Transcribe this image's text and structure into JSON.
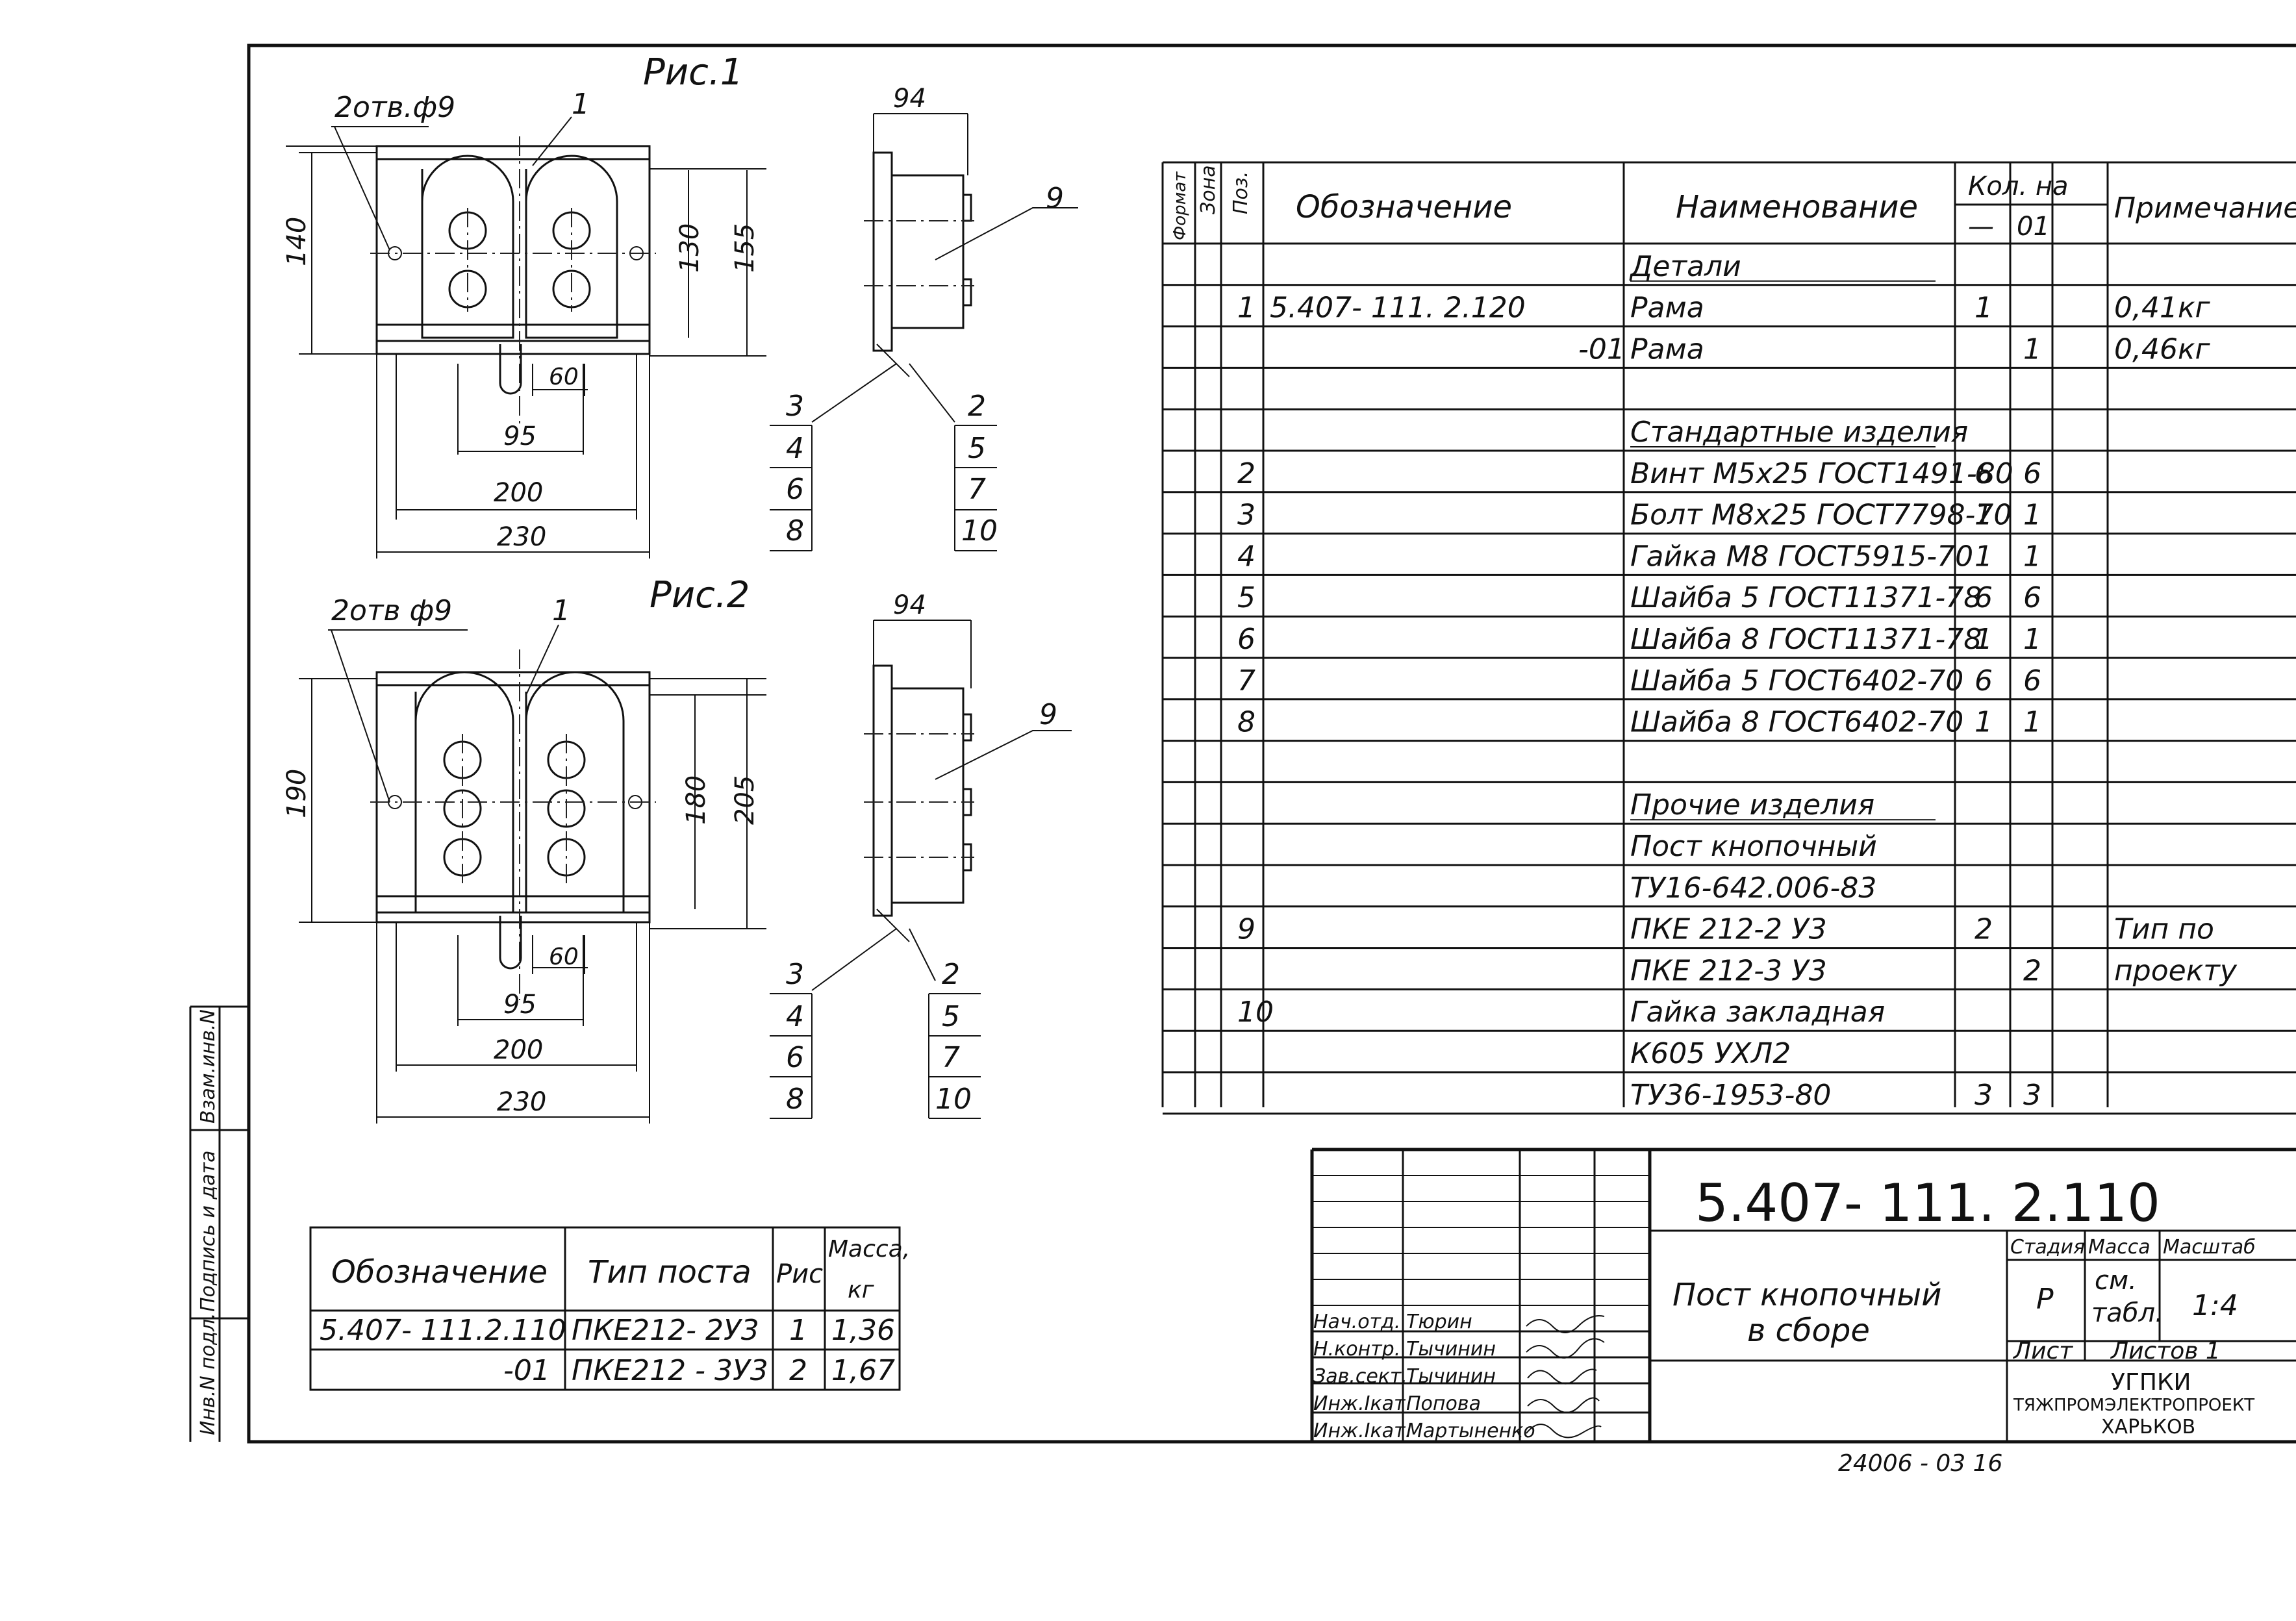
{
  "fig1": {
    "caption": "Рис.1",
    "holes": "2отв.ф9",
    "dims": {
      "w_total": "230",
      "w_mid": "200",
      "w_holes": "95",
      "w_tab": "60",
      "h_left": "140",
      "h_in": "130",
      "h_out": "155",
      "side_w": "94"
    },
    "positions": {
      "p1": "1",
      "p9": "9",
      "p2": "2",
      "left_labels": [
        "3",
        "4",
        "6",
        "8"
      ],
      "right_labels": [
        "5",
        "7",
        "10"
      ]
    }
  },
  "fig2": {
    "caption": "Рис.2",
    "holes": "2отв ф9",
    "dims": {
      "w_total": "230",
      "w_mid": "200",
      "w_holes": "95",
      "w_tab": "60",
      "h_left": "190",
      "h_in": "180",
      "h_out": "205",
      "side_w": "94"
    },
    "positions": {
      "p1": "1",
      "p9": "9",
      "p2": "2",
      "left_labels": [
        "3",
        "4",
        "6",
        "8"
      ],
      "right_labels": [
        "5",
        "7",
        "10"
      ]
    }
  },
  "spec": {
    "headers": {
      "format": "Формат",
      "zone": "Зона",
      "pos": "Поз.",
      "designation": "Обозначение",
      "name": "Наименование",
      "qty": "Кол. на",
      "qty_a": "—",
      "qty_b": "01",
      "note": "Примечание"
    },
    "rows": [
      {
        "pos": "",
        "des": "",
        "name": "Детали",
        "q1": "",
        "q2": "",
        "note": ""
      },
      {
        "pos": "1",
        "des": "5.407- 111. 2.120",
        "name": "Рама",
        "q1": "1",
        "q2": "",
        "note": "0,41кг"
      },
      {
        "pos": "",
        "des": "-01",
        "name": "Рама",
        "q1": "",
        "q2": "1",
        "note": "0,46кг"
      },
      {
        "pos": "",
        "des": "",
        "name": "",
        "q1": "",
        "q2": "",
        "note": ""
      },
      {
        "pos": "",
        "des": "",
        "name": "Стандартные изделия",
        "q1": "",
        "q2": "",
        "note": ""
      },
      {
        "pos": "2",
        "des": "",
        "name": "Винт М5х25 ГОСТ1491-80",
        "q1": "6",
        "q2": "6",
        "note": ""
      },
      {
        "pos": "3",
        "des": "",
        "name": "Болт М8х25 ГОСТ7798-70",
        "q1": "1",
        "q2": "1",
        "note": ""
      },
      {
        "pos": "4",
        "des": "",
        "name": "Гайка М8 ГОСТ5915-70",
        "q1": "1",
        "q2": "1",
        "note": ""
      },
      {
        "pos": "5",
        "des": "",
        "name": "Шайба 5 ГОСТ11371-78",
        "q1": "6",
        "q2": "6",
        "note": ""
      },
      {
        "pos": "6",
        "des": "",
        "name": "Шайба 8 ГОСТ11371-78",
        "q1": "1",
        "q2": "1",
        "note": ""
      },
      {
        "pos": "7",
        "des": "",
        "name": "Шайба 5 ГОСТ6402-70",
        "q1": "6",
        "q2": "6",
        "note": ""
      },
      {
        "pos": "8",
        "des": "",
        "name": "Шайба 8 ГОСТ6402-70",
        "q1": "1",
        "q2": "1",
        "note": ""
      },
      {
        "pos": "",
        "des": "",
        "name": "",
        "q1": "",
        "q2": "",
        "note": ""
      },
      {
        "pos": "",
        "des": "",
        "name": "Прочие изделия",
        "q1": "",
        "q2": "",
        "note": ""
      },
      {
        "pos": "",
        "des": "",
        "name": "Пост кнопочный",
        "q1": "",
        "q2": "",
        "note": ""
      },
      {
        "pos": "",
        "des": "",
        "name": "ТУ16-642.006-83",
        "q1": "",
        "q2": "",
        "note": ""
      },
      {
        "pos": "9",
        "des": "",
        "name": "ПКЕ 212-2 У3",
        "q1": "2",
        "q2": "",
        "note": "Тип по"
      },
      {
        "pos": "",
        "des": "",
        "name": "ПКЕ 212-3 У3",
        "q1": "",
        "q2": "2",
        "note": "проекту"
      },
      {
        "pos": "10",
        "des": "",
        "name": "Гайка закладная",
        "q1": "",
        "q2": "",
        "note": ""
      },
      {
        "pos": "",
        "des": "",
        "name": "К605 УХЛ2",
        "q1": "",
        "q2": "",
        "note": ""
      },
      {
        "pos": "",
        "des": "",
        "name": "ТУ36-1953-80",
        "q1": "3",
        "q2": "3",
        "note": ""
      }
    ]
  },
  "mass_table": {
    "headers": {
      "des": "Обозначение",
      "type": "Тип поста",
      "fig": "Рис",
      "mass": "Масса,",
      "unit": "кг"
    },
    "rows": [
      {
        "des": "5.407- 111.2.110",
        "type": "ПКЕ212- 2У3",
        "fig": "1",
        "mass": "1,36"
      },
      {
        "des": "-01",
        "type": "ПКЕ212 - 3У3",
        "fig": "2",
        "mass": "1,67"
      }
    ]
  },
  "title_block": {
    "code": "5.407- 111. 2.110",
    "name_line1": "Пост кнопочный",
    "name_line2": "в сборе",
    "stage_h": "Стадия",
    "mass_h": "Масса",
    "scale_h": "Масштаб",
    "stage": "Р",
    "mass_line1": "см.",
    "mass_line2": "табл.",
    "scale": "1:4",
    "sheet": "Лист",
    "sheets": "Листов 1",
    "org1": "УГПКИ",
    "org2": "ТЯЖПРОМЭЛЕКТРОПРОЕКТ",
    "org3": "ХАРЬКОВ",
    "people": [
      {
        "role": "Нач.отд.",
        "name": "Тюрин"
      },
      {
        "role": "Н.контр.",
        "name": "Тычинин"
      },
      {
        "role": "Зав.сект.",
        "name": "Тычинин"
      },
      {
        "role": "Инж.Iкат",
        "name": "Попова"
      },
      {
        "role": "Инж.Iкат.",
        "name": "Мартыненко"
      }
    ]
  },
  "side_stamp": {
    "s1": "Инв.N подл.",
    "s2": "Подпись и дата",
    "s3": "Взам.инв.N"
  },
  "bottom_code": "24006 - 03 16"
}
